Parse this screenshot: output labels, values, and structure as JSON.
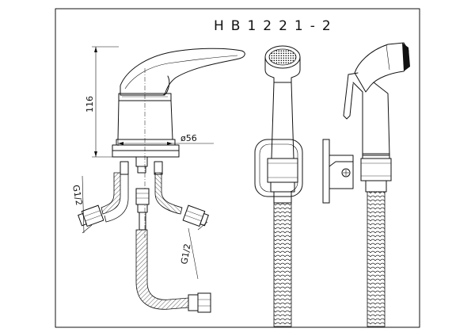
{
  "drawing": {
    "model_code": "HB1221-2",
    "dims": {
      "height": "116",
      "diameter": "ø56",
      "thread_left": "G1/2",
      "thread_right": "G1/2"
    }
  }
}
